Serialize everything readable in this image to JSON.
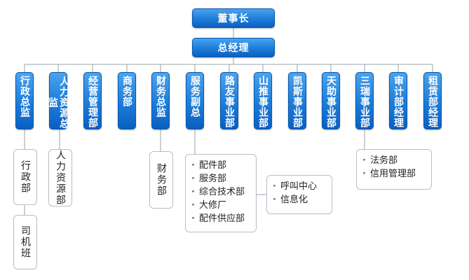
{
  "root": {
    "label": "董事长"
  },
  "gm": {
    "label": "总经理"
  },
  "departments": [
    {
      "label": "行政总监"
    },
    {
      "label": "人力资源总监"
    },
    {
      "label": "经营管理部"
    },
    {
      "label": "商务部"
    },
    {
      "label": "财务总监"
    },
    {
      "label": "服务副总"
    },
    {
      "label": "路友事业部"
    },
    {
      "label": "山推事业部"
    },
    {
      "label": "凯斯事业部"
    },
    {
      "label": "天助事业部"
    },
    {
      "label": "三瑞事业部"
    },
    {
      "label": "审计部经理"
    },
    {
      "label": "租赁部经理"
    }
  ],
  "sub": {
    "admin": [
      "行政部",
      "司机班"
    ],
    "hr": [
      "人力资源部"
    ],
    "finance": [
      "财务部"
    ],
    "service": [
      "配件部",
      "服务部",
      "综合技术部",
      "大修厂",
      "配件供应部"
    ],
    "service_sub": [
      "呼叫中心",
      "信息化"
    ],
    "sanrui": [
      "法务部",
      "信用管理部"
    ]
  },
  "colors": {
    "box_top": "#4aa3ee",
    "box_bottom": "#0a5fc0",
    "line": "#9aa0a6",
    "sub_border": "#b9bec4"
  }
}
